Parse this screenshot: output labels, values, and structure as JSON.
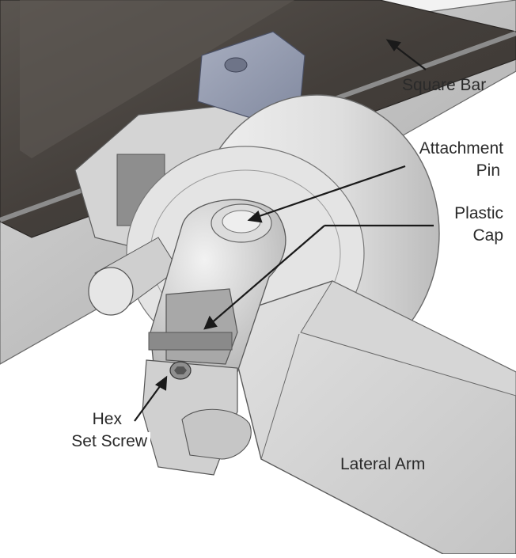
{
  "labels": {
    "square_bar": "Square Bar",
    "attachment_pin_1": "Attachment",
    "attachment_pin_2": "Pin",
    "plastic_cap_1": "Plastic",
    "plastic_cap_2": "Cap",
    "hex_set_screw_1": "Hex",
    "hex_set_screw_2": "Set Screw",
    "lateral_arm": "Lateral Arm"
  },
  "colors": {
    "background": "#ffffff",
    "bar_dark": "#4b4641",
    "metal_light": "#e6e6e6",
    "metal_mid": "#c9c9c9",
    "metal_shadow": "#9a9a9a",
    "block_blue": "#9aa0b2",
    "label_text": "#2a2a2a"
  }
}
